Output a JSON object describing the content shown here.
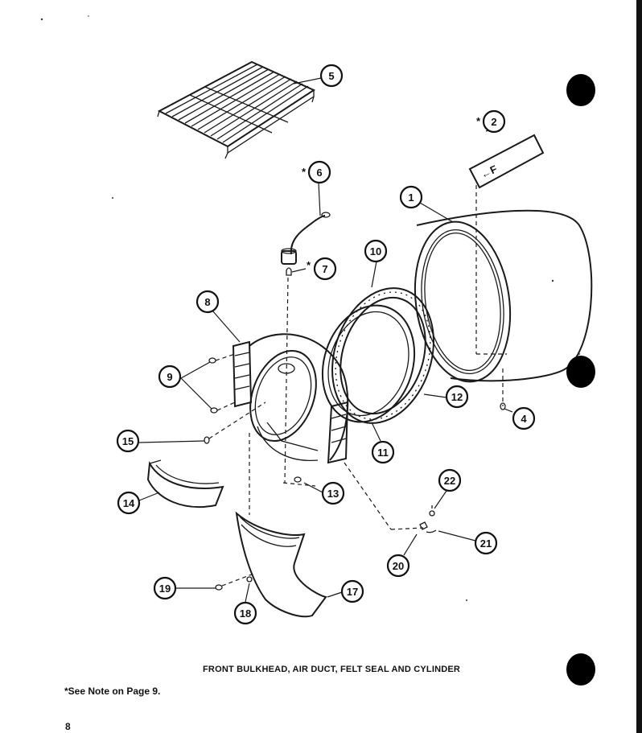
{
  "caption": "FRONT BULKHEAD, AIR DUCT, FELT SEAL AND CYLINDER",
  "note": "*See Note on Page 9.",
  "page_number": "8",
  "arrow_label_text": "←F",
  "star_symbol": "*",
  "callouts": [
    "1",
    "2",
    "4",
    "5",
    "6",
    "7",
    "8",
    "9",
    "10",
    "11",
    "12",
    "13",
    "14",
    "15",
    "17",
    "18",
    "19",
    "20",
    "21",
    "22"
  ],
  "colors": {
    "ink": "#111111",
    "paper": "#ffffff"
  }
}
